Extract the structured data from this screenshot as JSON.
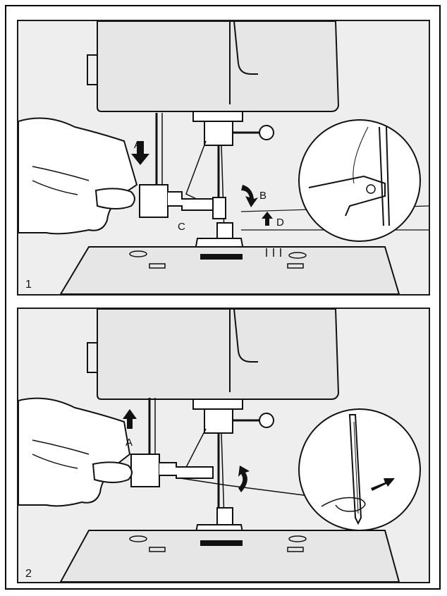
{
  "panels": [
    {
      "number": "1",
      "labels": {
        "a": "A",
        "b": "B",
        "c": "C",
        "d": "D"
      },
      "icons": [
        "arrow-down-icon",
        "rotate-arrow-icon",
        "arrow-up-icon"
      ]
    },
    {
      "number": "2",
      "labels": {
        "a": "A"
      },
      "icons": [
        "arrow-up-icon",
        "rotate-arrow-icon",
        "arrow-right-icon"
      ]
    }
  ],
  "colors": {
    "background": "#eeeeee",
    "line": "#111111",
    "machine": "#e6e6e6"
  }
}
